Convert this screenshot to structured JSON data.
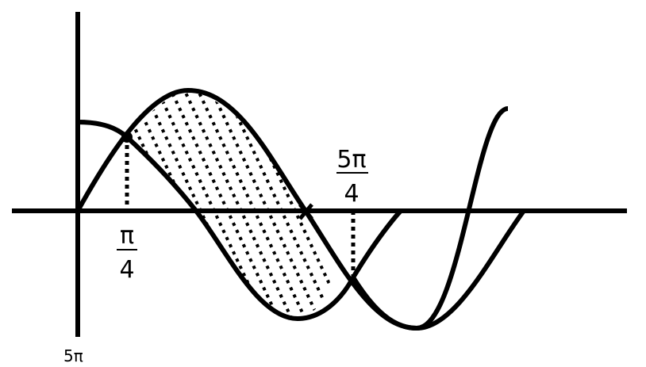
{
  "diagram": {
    "stroke_color": "#000000",
    "background_color": "#ffffff",
    "labels": {
      "pi_over_4": {
        "numerator": "π",
        "denominator": "4"
      },
      "five_pi_over_4": {
        "numerator": "5π",
        "denominator": "4"
      },
      "bottom_left": "5π"
    },
    "curves": [
      {
        "function": "sin"
      },
      {
        "function": "cos"
      }
    ],
    "intersection_points": [
      {
        "x": "π/4"
      },
      {
        "x": "5π/4"
      }
    ],
    "shaded_region": {
      "from": "π/4",
      "to": "5π/4",
      "pattern": "dotted"
    }
  }
}
